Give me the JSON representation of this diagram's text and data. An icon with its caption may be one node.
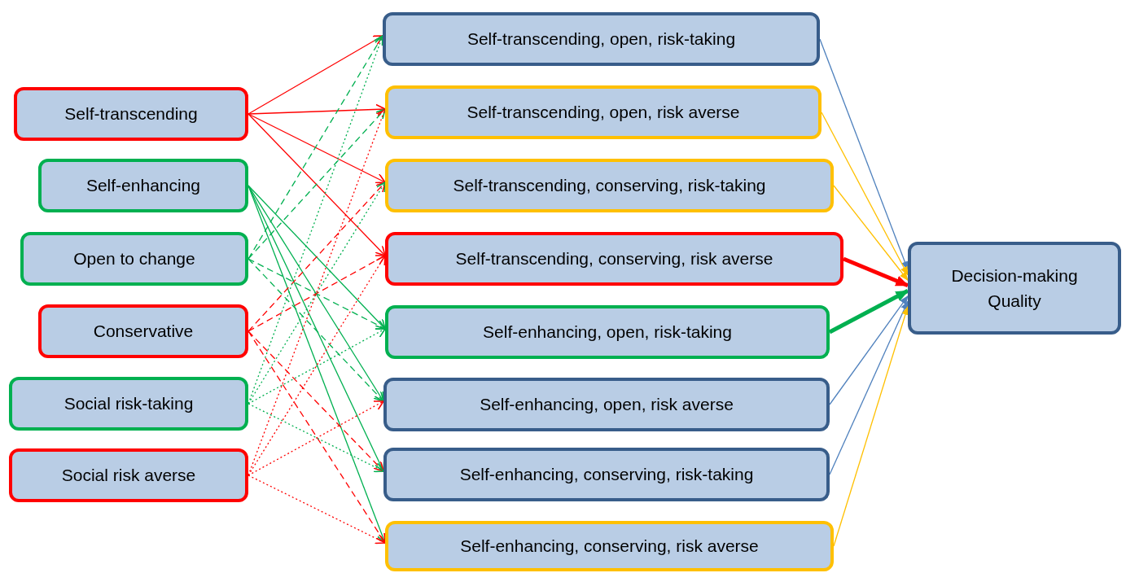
{
  "diagram": {
    "nodes": [
      {
        "text": [
          "Self-transcending"
        ]
      },
      {
        "text": [
          "Self-enhancing"
        ]
      },
      {
        "text": [
          "Open to change"
        ]
      },
      {
        "text": [
          "Conservative"
        ]
      },
      {
        "text": [
          "Social risk-taking"
        ]
      },
      {
        "text": [
          "Social risk averse"
        ]
      },
      {
        "text": [
          "Self-transcending, open, risk-taking"
        ]
      },
      {
        "text": [
          "Self-transcending, open, risk averse"
        ]
      },
      {
        "text": [
          "Self-transcending, conserving, risk-taking"
        ]
      },
      {
        "text": [
          "Self-transcending, conserving, risk averse"
        ]
      },
      {
        "text": [
          "Self-enhancing, open, risk-taking"
        ]
      },
      {
        "text": [
          "Self-enhancing, open, risk averse"
        ]
      },
      {
        "text": [
          "Self-enhancing, conserving, risk-taking"
        ]
      },
      {
        "text": [
          "Self-enhancing, conserving, risk averse"
        ]
      },
      {
        "text": [
          "Decision-making Quality"
        ]
      }
    ],
    "edges": [
      {
        "from": 0,
        "to": 6,
        "arrow": "to",
        "color": "#ff0000"
      },
      {
        "from": 0,
        "to": 7,
        "arrow": "to",
        "color": "#ff0000"
      },
      {
        "from": 0,
        "to": 8,
        "arrow": "to",
        "color": "#ff0000"
      },
      {
        "from": 0,
        "to": 9,
        "arrow": "to",
        "color": "#ff0000"
      },
      {
        "from": 1,
        "to": 10,
        "arrow": "to",
        "color": "#00b050"
      },
      {
        "from": 1,
        "to": 11,
        "arrow": "to",
        "color": "#00b050"
      },
      {
        "from": 1,
        "to": 12,
        "arrow": "to",
        "color": "#00b050"
      },
      {
        "from": 1,
        "to": 13,
        "arrow": "to",
        "color": "#00b050"
      },
      {
        "from": 2,
        "to": 6,
        "arrow": "to",
        "style": "dashed",
        "color": "#00b050"
      },
      {
        "from": 2,
        "to": 7,
        "arrow": "to",
        "style": "dashed",
        "color": "#00b050"
      },
      {
        "from": 2,
        "to": 10,
        "arrow": "to",
        "style": "dashed",
        "color": "#00b050"
      },
      {
        "from": 2,
        "to": 11,
        "arrow": "to",
        "style": "dashed",
        "color": "#00b050"
      },
      {
        "from": 3,
        "to": 8,
        "arrow": "to",
        "style": "dashed",
        "color": "#ff0000"
      },
      {
        "from": 3,
        "to": 9,
        "arrow": "to",
        "style": "dashed",
        "color": "#ff0000"
      },
      {
        "from": 3,
        "to": 12,
        "arrow": "to",
        "style": "dashed",
        "color": "#ff0000"
      },
      {
        "from": 3,
        "to": 13,
        "arrow": "to",
        "style": "dashed",
        "color": "#ff0000"
      },
      {
        "from": 4,
        "to": 6,
        "arrow": "to",
        "style": "dashed",
        "color": "#00b050"
      },
      {
        "from": 4,
        "to": 8,
        "arrow": "to",
        "style": "dashed",
        "color": "#00b050"
      },
      {
        "from": 4,
        "to": 10,
        "arrow": "to",
        "style": "dashed",
        "color": "#00b050"
      },
      {
        "from": 4,
        "to": 12,
        "arrow": "to",
        "style": "dashed",
        "color": "#00b050"
      },
      {
        "from": 5,
        "to": 7,
        "arrow": "to",
        "style": "dashed",
        "color": "#ff0000"
      },
      {
        "from": 5,
        "to": 9,
        "arrow": "to",
        "style": "dashed",
        "color": "#ff0000"
      },
      {
        "from": 5,
        "to": 11,
        "arrow": "to",
        "style": "dashed",
        "color": "#ff0000"
      },
      {
        "from": 5,
        "to": 13,
        "arrow": "to",
        "style": "dashed",
        "color": "#ff0000"
      },
      {
        "from": 6,
        "to": 14,
        "arrow": "to",
        "color": "#4f81bd"
      },
      {
        "from": 7,
        "to": 14,
        "arrow": "to",
        "color": "#ffc000"
      },
      {
        "from": 8,
        "to": 14,
        "arrow": "to",
        "color": "#ffc000"
      },
      {
        "from": 9,
        "to": 14,
        "arrow": "to",
        "style": "thick",
        "color": "#ff0000"
      },
      {
        "from": 10,
        "to": 14,
        "arrow": "to",
        "style": "thick",
        "color": "#00b050"
      },
      {
        "from": 11,
        "to": 14,
        "arrow": "to",
        "color": "#4f81bd"
      },
      {
        "from": 12,
        "to": 14,
        "arrow": "to",
        "color": "#4f81bd"
      },
      {
        "from": 13,
        "to": 14,
        "arrow": "to",
        "color": "#ffc000"
      }
    ]
  }
}
